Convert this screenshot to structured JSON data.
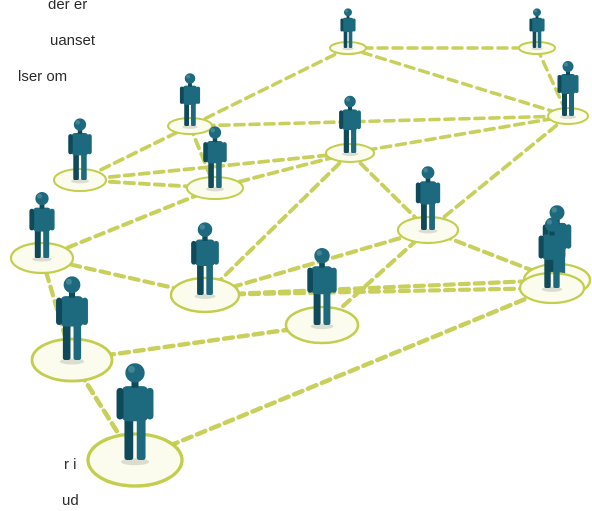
{
  "text_fragments": [
    {
      "id": "frag-1",
      "text": "der er"
    },
    {
      "id": "frag-2",
      "text": "uanset"
    },
    {
      "id": "frag-3",
      "text": "lser om"
    },
    {
      "id": "frag-4",
      "text": "r i"
    },
    {
      "id": "frag-5",
      "text": "ud"
    }
  ],
  "colors": {
    "figure": "#1d6a7e",
    "figure_dark": "#0f4a5a",
    "ring": "#c3cd4e",
    "ring_fill": "#fbfcee",
    "link": "#c8d05b"
  },
  "network": {
    "nodes": [
      {
        "id": "n0"
      },
      {
        "id": "n1"
      },
      {
        "id": "n2"
      },
      {
        "id": "n3"
      },
      {
        "id": "n4"
      },
      {
        "id": "n5"
      },
      {
        "id": "n6"
      },
      {
        "id": "n7"
      },
      {
        "id": "n8"
      },
      {
        "id": "n9"
      },
      {
        "id": "n10"
      },
      {
        "id": "n11"
      },
      {
        "id": "n12"
      },
      {
        "id": "n13"
      },
      {
        "id": "n14"
      }
    ],
    "links": [
      [
        "n0",
        "n1"
      ],
      [
        "n0",
        "n2"
      ],
      [
        "n0",
        "n3"
      ],
      [
        "n1",
        "n3"
      ],
      [
        "n2",
        "n3"
      ],
      [
        "n2",
        "n4"
      ],
      [
        "n2",
        "n6"
      ],
      [
        "n3",
        "n5"
      ],
      [
        "n3",
        "n7"
      ],
      [
        "n4",
        "n5"
      ],
      [
        "n4",
        "n6"
      ],
      [
        "n5",
        "n6"
      ],
      [
        "n5",
        "n7"
      ],
      [
        "n5",
        "n9"
      ],
      [
        "n6",
        "n8"
      ],
      [
        "n7",
        "n9"
      ],
      [
        "n7",
        "n10"
      ],
      [
        "n7",
        "n11"
      ],
      [
        "n8",
        "n9"
      ],
      [
        "n8",
        "n12"
      ],
      [
        "n9",
        "n10"
      ],
      [
        "n9",
        "n13"
      ],
      [
        "n10",
        "n13"
      ],
      [
        "n11",
        "n12"
      ],
      [
        "n12",
        "n14"
      ],
      [
        "n13",
        "n14"
      ]
    ]
  }
}
